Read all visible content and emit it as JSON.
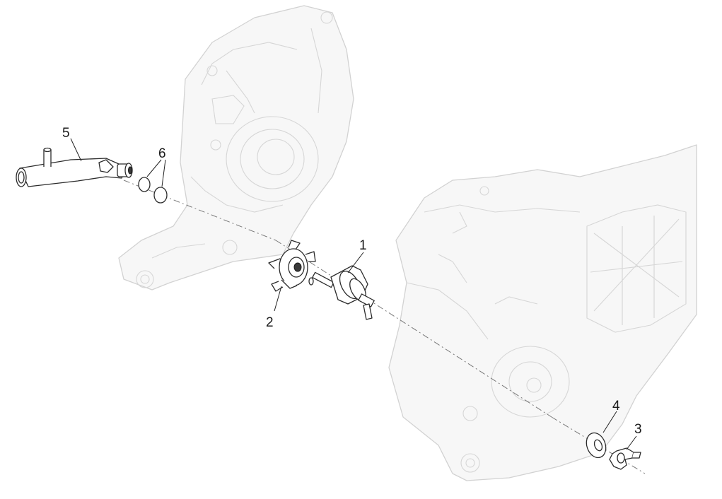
{
  "callouts": {
    "c1": "1",
    "c2": "2",
    "c3": "3",
    "c4": "4",
    "c5": "5",
    "c6": "6"
  },
  "colors": {
    "ghost_fill": "#f7f7f7",
    "ghost_stroke": "#d2d2d2",
    "part_stroke": "#2b2b2b",
    "background": "#ffffff"
  }
}
